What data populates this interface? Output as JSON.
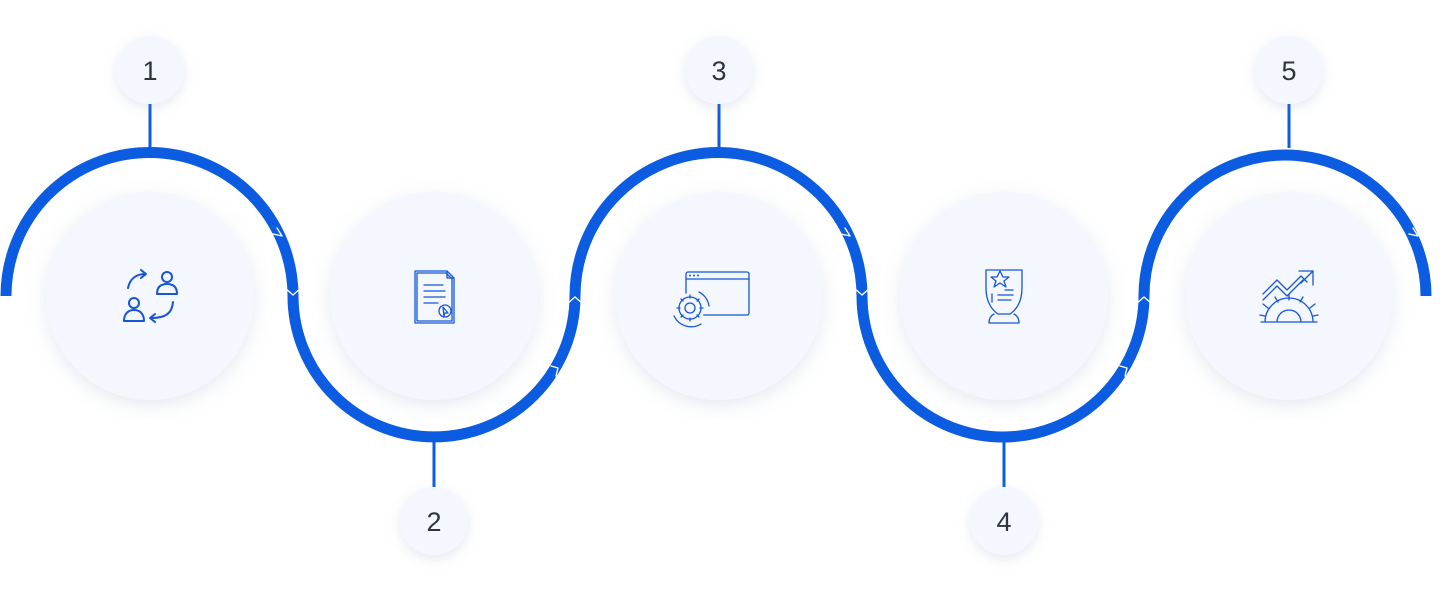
{
  "steps": [
    {
      "number": "1",
      "icon": "user-exchange-icon"
    },
    {
      "number": "2",
      "icon": "document-cursor-icon"
    },
    {
      "number": "3",
      "icon": "browser-gear-icon"
    },
    {
      "number": "4",
      "icon": "award-trophy-icon"
    },
    {
      "number": "5",
      "icon": "growth-gear-icon"
    }
  ],
  "colors": {
    "accent": "#0b5ce0",
    "circle": "#f4f7fd",
    "icon": "#1556d6",
    "text": "#2f3440"
  }
}
